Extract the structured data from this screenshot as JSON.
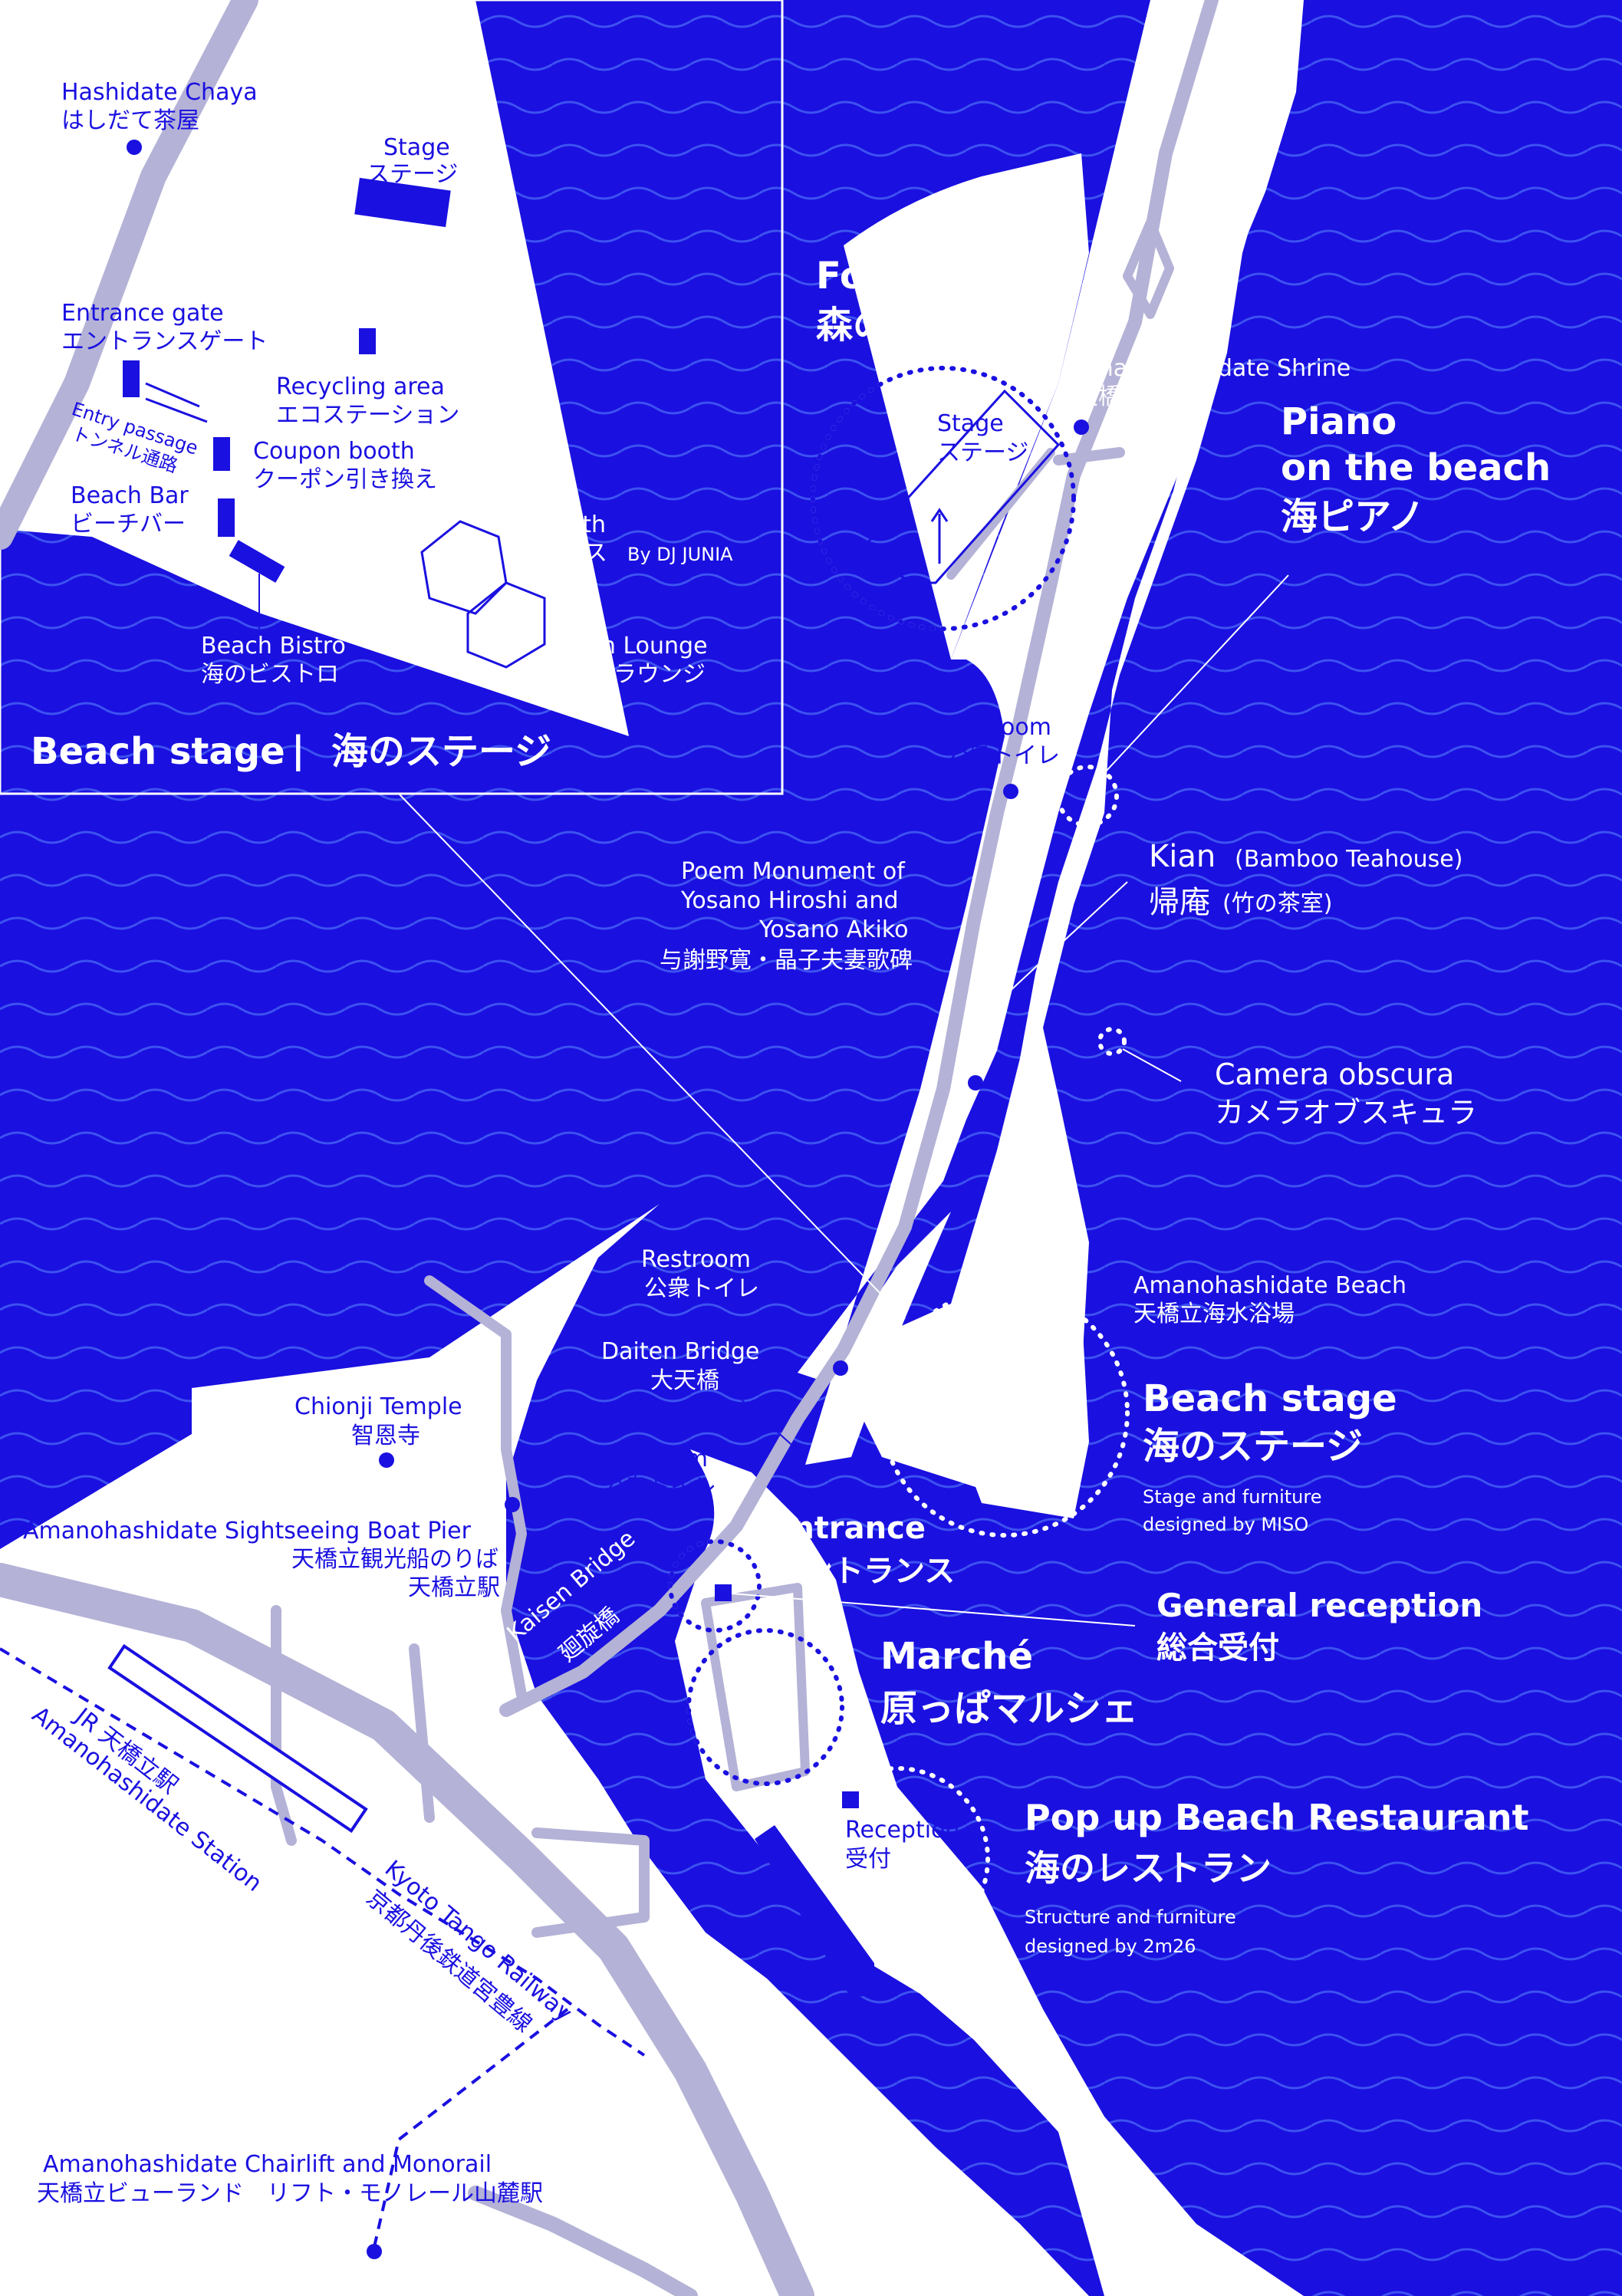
{
  "colors": {
    "sea": "#1a10e0",
    "land": "#ffffff",
    "road": "#b4b2d6",
    "ink": "#1a10e0"
  },
  "inset": {
    "title_en": "Beach stage",
    "title_sep": "|",
    "title_ja": "海のステージ",
    "hashidate_chaya_en": "Hashidate Chaya",
    "hashidate_chaya_ja": "はしだて茶屋",
    "stage_en": "Stage",
    "stage_ja": "ステージ",
    "entrance_gate_en": "Entrance gate",
    "entrance_gate_ja": "エントランスゲート",
    "recycling_en": "Recycling area",
    "recycling_ja": "エコステーション",
    "entry_passage_en": "Entry passage",
    "entry_passage_ja": "トンネル通路",
    "coupon_en": "Coupon booth",
    "coupon_ja": "クーポン引き換え",
    "beach_bar_en": "Beach Bar",
    "beach_bar_ja": "ビーチバー",
    "dj_booth_en": "DJ booth",
    "dj_booth_ja": "DJ ブース",
    "dj_by": "By DJ JUNIA",
    "bistro_en": "Beach Bistro",
    "bistro_ja": "海のビストロ",
    "lounge_en": "Beach Lounge",
    "lounge_ja": "ビーチラウンジ"
  },
  "forest_stage": {
    "en": "Forest stage",
    "ja": "森のステージ",
    "stage_en": "Stage",
    "stage_ja": "ステージ"
  },
  "shrine": {
    "en": "Amanohashidate Shrine",
    "ja": "天橋立神社"
  },
  "piano": {
    "en1": "Piano",
    "en2": "on the beach",
    "ja": "海ピアノ"
  },
  "restroom1": {
    "en": "Restroom",
    "ja": "公衆トイレ"
  },
  "kian": {
    "en": "Kian",
    "en_paren": "(Bamboo Teahouse)",
    "ja": "帰庵",
    "ja_paren": "(竹の茶室)"
  },
  "poem": {
    "en1": "Poem Monument of",
    "en2": "Yosano Hiroshi and",
    "en3": "Yosano Akiko",
    "ja": "与謝野寛・晶子夫妻歌碑"
  },
  "camera": {
    "en": "Camera obscura",
    "ja": "カメラオブスキュラ"
  },
  "restroom2": {
    "en": "Restroom",
    "ja": "公衆トイレ"
  },
  "beach": {
    "en": "Amanohashidate Beach",
    "ja": "天橋立海水浴場"
  },
  "daiten": {
    "en": "Daiten Bridge",
    "ja": "大天橋"
  },
  "beach_stage": {
    "en": "Beach stage",
    "ja": "海のステージ",
    "note1": "Stage and furniture",
    "note2": "designed by MISO"
  },
  "chionji": {
    "en": "Chionji Temple",
    "ja": "智恩寺"
  },
  "restroom3": {
    "en": "Restroom",
    "ja": "公衆トイレ"
  },
  "pier": {
    "en": "Amanohashidate Sightseeing Boat Pier",
    "ja1": "天橋立観光船のりば",
    "ja2": "天橋立駅"
  },
  "entrance": {
    "en": "Entrance",
    "ja": "エントランス"
  },
  "kaisen": {
    "en": "Kaisen Bridge",
    "ja": "廻旋橋"
  },
  "reception": {
    "en": "General reception",
    "ja": "総合受付"
  },
  "marche": {
    "en": "Marché",
    "ja": "原っぱマルシェ"
  },
  "station": {
    "en": "Amanohashidate Station",
    "ja": "JR 天橋立駅"
  },
  "railway": {
    "en": "Kyoto Tango Railway",
    "ja": "京都丹後鉄道宮豊線"
  },
  "popup": {
    "en": "Pop up Beach Restaurant",
    "ja": "海のレストラン",
    "reception_en": "Reception",
    "reception_ja": "受付",
    "note1": "Structure and furniture",
    "note2": "designed by 2m26"
  },
  "chairlift": {
    "en": "Amanohashidate Chairlift and Monorail",
    "ja": "天橋立ビューランド　リフト・モノレール山麓駅"
  }
}
